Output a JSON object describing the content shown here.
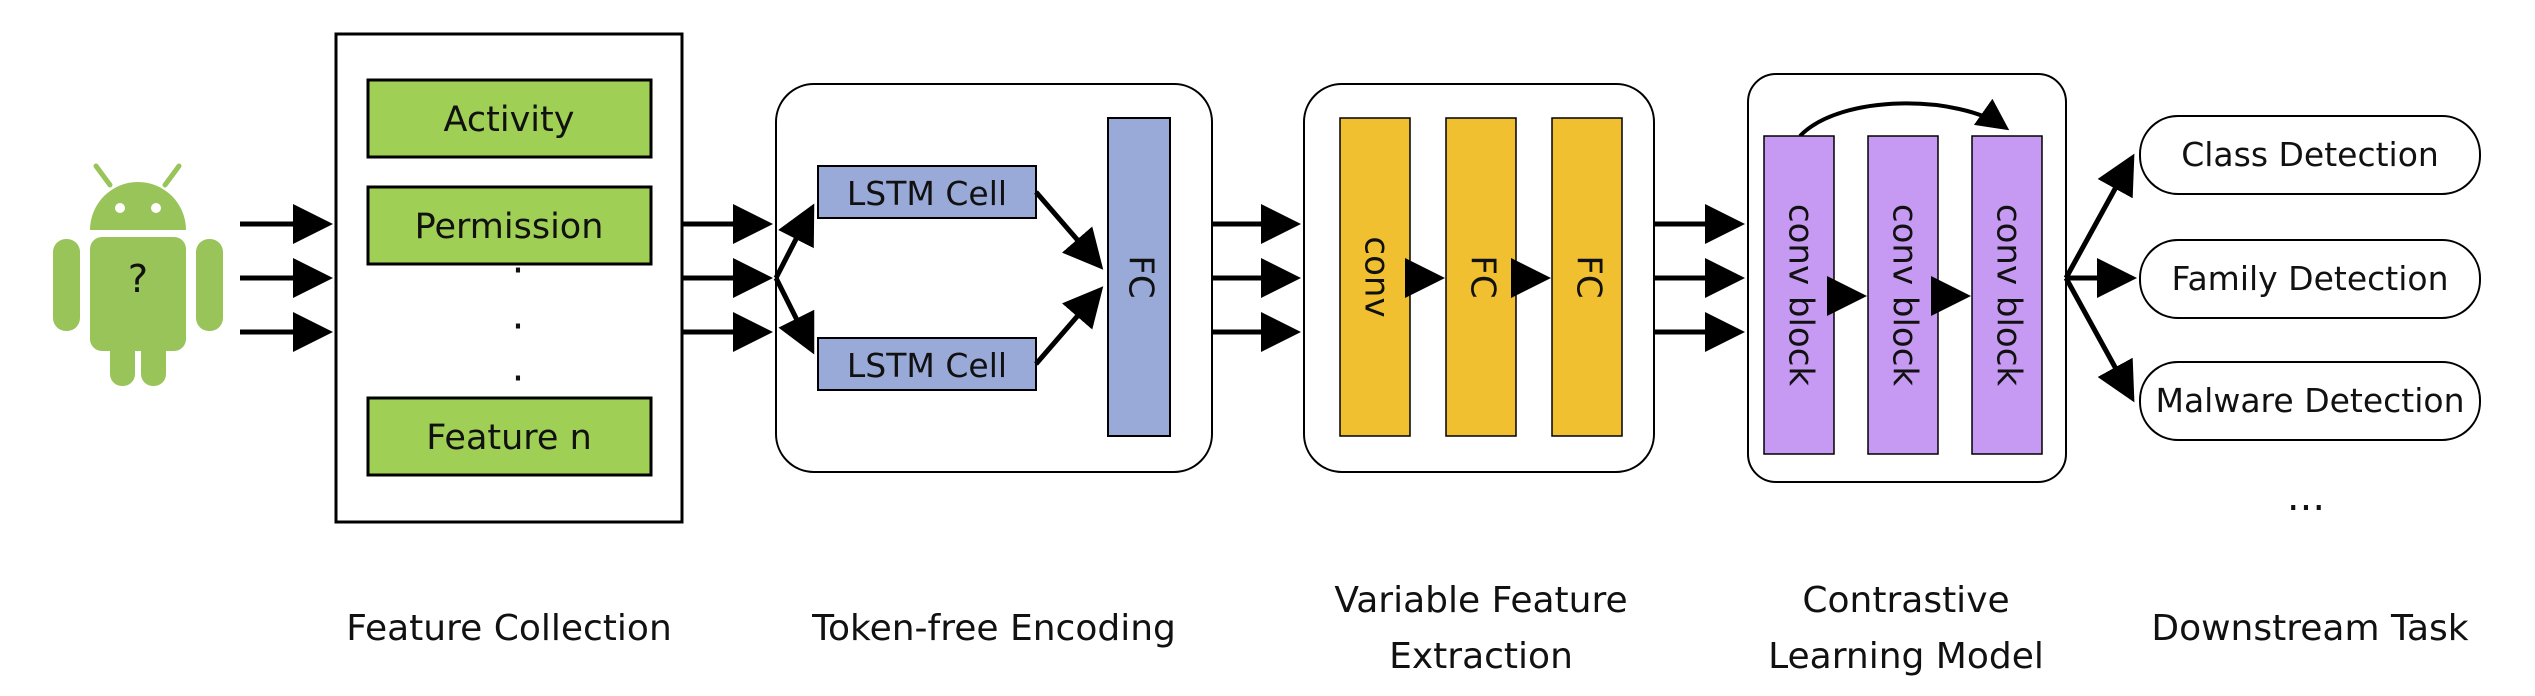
{
  "android_badge": "?",
  "feature_collection": {
    "items": [
      "Activity",
      "Permission",
      "Feature n"
    ],
    "dots": "·",
    "label": "Feature Collection"
  },
  "token_free_encoding": {
    "cells": [
      "LSTM Cell",
      "LSTM Cell"
    ],
    "fc": "FC",
    "label": "Token-free Encoding"
  },
  "variable_feature_extraction": {
    "blocks": [
      "conv",
      "FC",
      "FC"
    ],
    "label_lines": [
      "Variable Feature",
      "Extraction"
    ]
  },
  "contrastive_learning_model": {
    "blocks": [
      "conv block",
      "conv block",
      "conv block"
    ],
    "label_lines": [
      "Contrastive",
      "Learning Model"
    ]
  },
  "downstream_task": {
    "tasks": [
      "Class Detection",
      "Family Detection",
      "Malware Detection"
    ],
    "ellipsis": "...",
    "label": "Downstream Task"
  },
  "colors": {
    "android": "#99c45a",
    "feature_box": "#9fcf55",
    "lstm": "#9aaad8",
    "conv_yellow": "#f0c030",
    "conv_purple": "#c69af2"
  }
}
